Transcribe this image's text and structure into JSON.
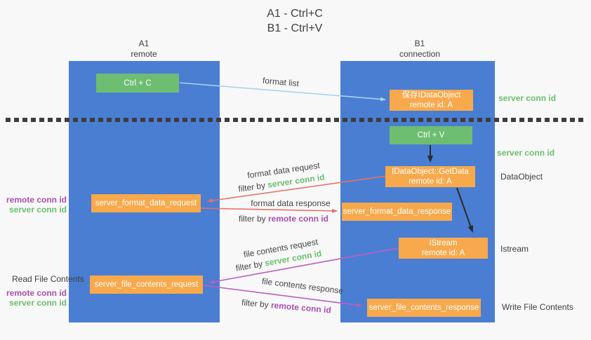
{
  "title": {
    "line1": "A1 - Ctrl+C",
    "line2": "B1 - Ctrl+V"
  },
  "columns": {
    "a1": {
      "name": "A1",
      "role": "remote"
    },
    "b1": {
      "name": "B1",
      "role": "connection"
    }
  },
  "boxes": {
    "ctrl_c": {
      "label": "Ctrl + C"
    },
    "save_idataobject": {
      "line1": "保存IDataObject",
      "line2": "remote id: A"
    },
    "ctrl_v": {
      "label": "Ctrl + V"
    },
    "getdata": {
      "line1": "IDataObject::GetData",
      "line2": "remote id: A"
    },
    "format_request": {
      "label": "server_format_data_request"
    },
    "format_response": {
      "label": "server_format_data_response"
    },
    "istream": {
      "line1": "IStream",
      "line2": "remote id: A"
    },
    "file_request": {
      "label": "server_file_contents_request"
    },
    "file_response": {
      "label": "server_file_contents_response"
    }
  },
  "arrow_labels": {
    "format_list": "format list",
    "format_data_request": "format data request",
    "format_data_request_filter": {
      "prefix": "filter by ",
      "value": "server conn id"
    },
    "format_data_response": "format data response",
    "format_data_response_filter": {
      "prefix": "filter by ",
      "value": "remote conn id"
    },
    "file_contents_request": "file contents request",
    "file_contents_request_filter": {
      "prefix": "filter by ",
      "value": "server conn id"
    },
    "file_contents_response": "file contents response",
    "file_contents_response_filter": {
      "prefix": "filter by ",
      "value": "remote conn id"
    }
  },
  "side_labels": {
    "right_server_conn_top": "server conn id",
    "right_server_conn_mid": "server conn id",
    "right_dataobject": "DataObject",
    "right_istream": "Istream",
    "right_write_file": "Write File Contents",
    "left_read_file": "Read File Contents",
    "left_format": {
      "remote": "remote conn id",
      "server": "server conn id"
    },
    "left_file": {
      "remote": "remote conn id",
      "server": "server conn id"
    }
  },
  "colors": {
    "column_blue": "#4a7ed2",
    "box_green": "#6dbe71",
    "box_orange": "#f7a94c",
    "arrow_blue": "#a9d3f0",
    "arrow_black": "#2b2b2b",
    "arrow_red": "#e5706d",
    "arrow_purple": "#bd5ebd",
    "text_green": "#6abf6e",
    "text_purple": "#a94fb0",
    "text_dark": "#3d3d3d",
    "background": "#f8f8f8"
  }
}
